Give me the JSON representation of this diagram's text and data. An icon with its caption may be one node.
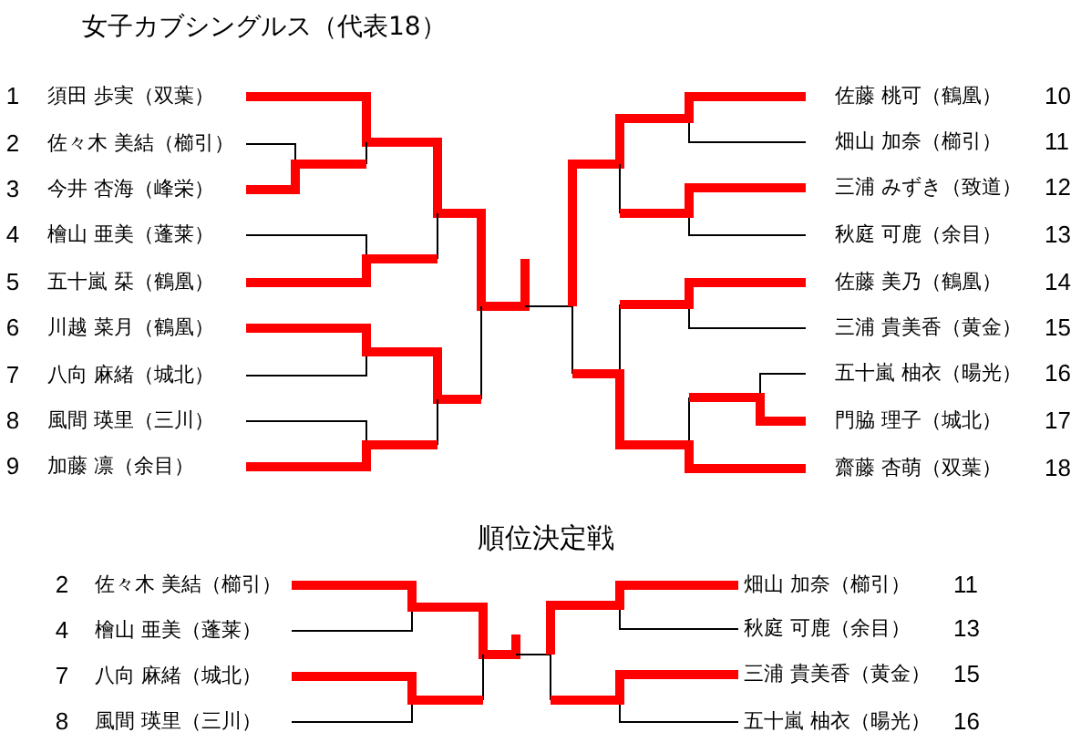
{
  "diagram": {
    "title": "女子カブシングルス（代表18）",
    "nodes": [
      {
        "text": [
          "須田 歩実（双葉）"
        ],
        "beside": [
          "1"
        ]
      },
      {
        "text": [
          "佐々木 美結（櫛引）"
        ],
        "beside": [
          "2"
        ]
      },
      {
        "text": [
          "今井 杏海（峰栄）"
        ],
        "beside": [
          "3"
        ]
      },
      {
        "text": [
          "檜山 亜美（蓬莱）"
        ],
        "beside": [
          "4"
        ]
      },
      {
        "text": [
          "五十嵐 栞（鶴凰）"
        ],
        "beside": [
          "5"
        ]
      },
      {
        "text": [
          "川越 菜月（鶴凰）"
        ],
        "beside": [
          "6"
        ]
      },
      {
        "text": [
          "八向 麻緒（城北）"
        ],
        "beside": [
          "7"
        ]
      },
      {
        "text": [
          "風間 瑛里（三川）"
        ],
        "beside": [
          "8"
        ]
      },
      {
        "text": [
          "加藤 凛（余目）"
        ],
        "beside": [
          "9"
        ]
      },
      {
        "text": [
          "佐藤 桃可（鶴凰）"
        ],
        "beside": [
          "10"
        ]
      },
      {
        "text": [
          "畑山 加奈（櫛引）"
        ],
        "beside": [
          "11"
        ]
      },
      {
        "text": [
          "三浦 みずき（致道）"
        ],
        "beside": [
          "12"
        ]
      },
      {
        "text": [
          "秋庭 可鹿（余目）"
        ],
        "beside": [
          "13"
        ]
      },
      {
        "text": [
          "佐藤 美乃（鶴凰）"
        ],
        "beside": [
          "14"
        ]
      },
      {
        "text": [
          "三浦 貴美香（黄金）"
        ],
        "beside": [
          "15"
        ]
      },
      {
        "text": [
          "五十嵐 柚衣（暘光）"
        ],
        "beside": [
          "16"
        ]
      },
      {
        "text": [
          "門脇 理子（城北）"
        ],
        "beside": [
          "17"
        ]
      },
      {
        "text": [
          "齋藤 杏萌（双葉）"
        ],
        "beside": [
          "18"
        ]
      },
      {
        "text": [
          "佐々木 美結（櫛引）"
        ],
        "beside": [
          "2"
        ]
      },
      {
        "text": [
          "檜山 亜美（蓬莱）"
        ],
        "beside": [
          "4"
        ]
      },
      {
        "text": [
          "八向 麻緒（城北）"
        ],
        "beside": [
          "7"
        ]
      },
      {
        "text": [
          "風間 瑛里（三川）"
        ],
        "beside": [
          "8"
        ]
      },
      {
        "text": [
          "畑山 加奈（櫛引）"
        ],
        "beside": [
          "11"
        ]
      },
      {
        "text": [
          "秋庭 可鹿（余目）"
        ],
        "beside": [
          "13"
        ]
      },
      {
        "text": [
          "三浦 貴美香（黄金）"
        ],
        "beside": [
          "15"
        ]
      },
      {
        "text": [
          "五十嵐 柚衣（暘光）"
        ],
        "beside": [
          "16"
        ]
      }
    ],
    "edges": [
      {
        "from": 0,
        "to": null,
        "arrow": "none",
        "color": "#ff0000"
      },
      {
        "from": 1,
        "to": null,
        "arrow": "none",
        "color": "#000000"
      },
      {
        "from": 2,
        "to": null,
        "arrow": "none",
        "color": "#ff0000"
      },
      {
        "from": 3,
        "to": null,
        "arrow": "none",
        "color": "#000000"
      },
      {
        "from": 4,
        "to": null,
        "arrow": "none",
        "color": "#ff0000"
      },
      {
        "from": 5,
        "to": null,
        "arrow": "none",
        "color": "#ff0000"
      },
      {
        "from": 6,
        "to": null,
        "arrow": "none",
        "color": "#000000"
      },
      {
        "from": 7,
        "to": null,
        "arrow": "none",
        "color": "#000000"
      },
      {
        "from": 8,
        "to": null,
        "arrow": "none",
        "color": "#ff0000"
      },
      {
        "from": 9,
        "to": null,
        "arrow": "none",
        "color": "#ff0000"
      },
      {
        "from": 10,
        "to": null,
        "arrow": "none",
        "color": "#000000"
      },
      {
        "from": 11,
        "to": null,
        "arrow": "none",
        "color": "#ff0000"
      },
      {
        "from": 12,
        "to": null,
        "arrow": "none",
        "color": "#000000"
      },
      {
        "from": 13,
        "to": null,
        "arrow": "none",
        "color": "#ff0000"
      },
      {
        "from": 14,
        "to": null,
        "arrow": "none",
        "color": "#000000"
      },
      {
        "from": 15,
        "to": null,
        "arrow": "none",
        "color": "#000000"
      },
      {
        "from": 16,
        "to": null,
        "arrow": "none",
        "color": "#ff0000"
      },
      {
        "from": 17,
        "to": null,
        "arrow": "none",
        "color": "#ff0000"
      },
      {
        "from": 18,
        "to": null,
        "arrow": "none",
        "color": "#ff0000"
      },
      {
        "from": 19,
        "to": null,
        "arrow": "none",
        "color": "#000000"
      },
      {
        "from": 20,
        "to": null,
        "arrow": "none",
        "color": "#ff0000"
      },
      {
        "from": 21,
        "to": null,
        "arrow": "none",
        "color": "#000000"
      },
      {
        "from": 22,
        "to": null,
        "arrow": "none",
        "color": "#ff0000"
      },
      {
        "from": 23,
        "to": null,
        "arrow": "none",
        "color": "#000000"
      },
      {
        "from": 24,
        "to": null,
        "arrow": "none",
        "color": "#ff0000"
      },
      {
        "from": 25,
        "to": null,
        "arrow": "none",
        "color": "#000000"
      }
    ],
    "labels": [
      "順位決定戦"
    ]
  }
}
